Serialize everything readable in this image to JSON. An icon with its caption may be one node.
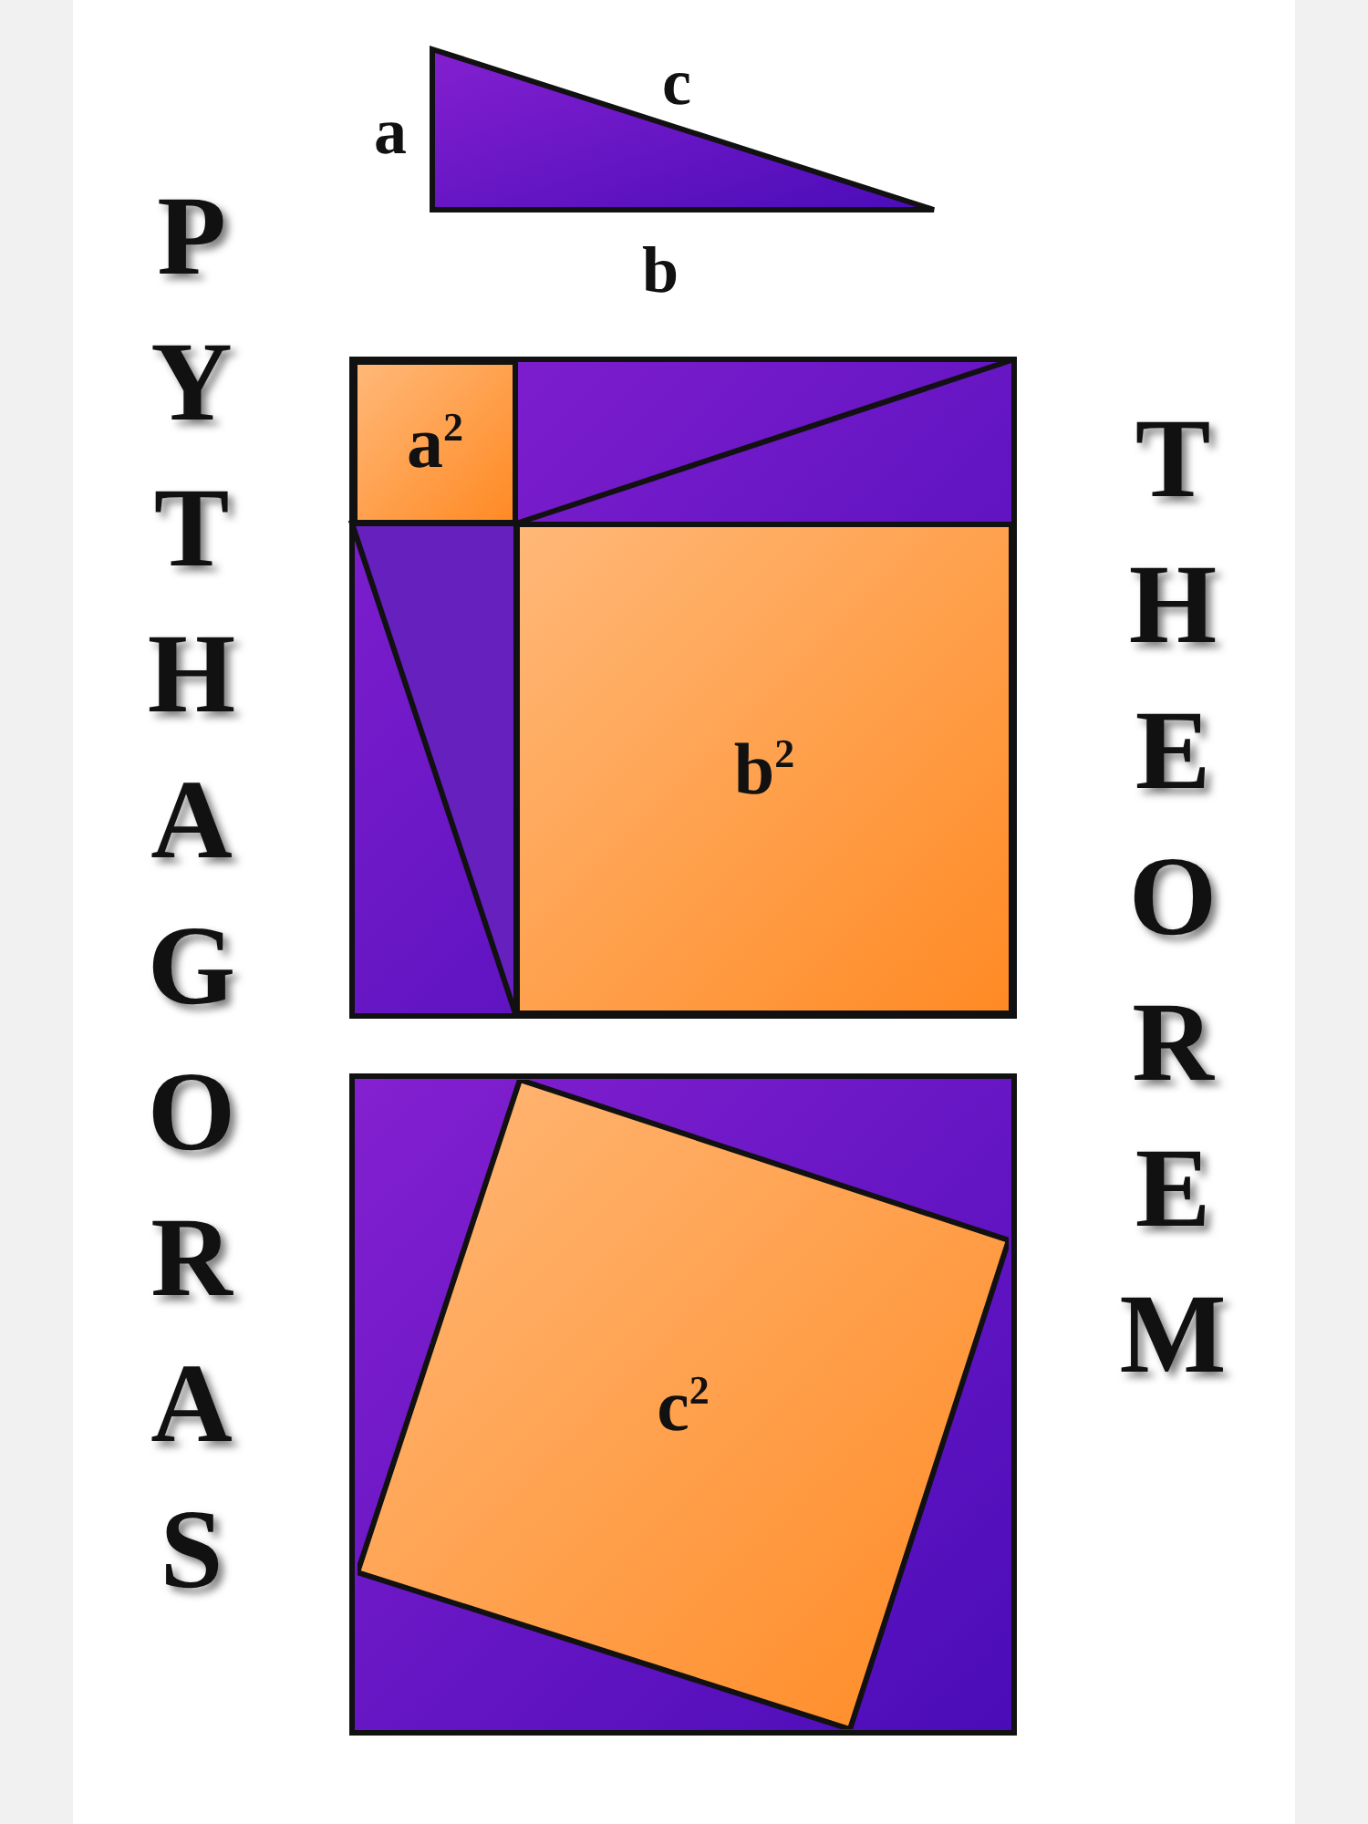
{
  "diagram": {
    "nodes": [
      {
        "text": [
          "a$^{2}$"
        ]
      },
      {
        "text": [
          "b$^{2}$"
        ]
      },
      {
        "text": [
          "c$^{2}$"
        ]
      }
    ],
    "labels": [
      "a",
      "c",
      "b",
      "PYTHAGORAS",
      "THEOREM"
    ]
  }
}
